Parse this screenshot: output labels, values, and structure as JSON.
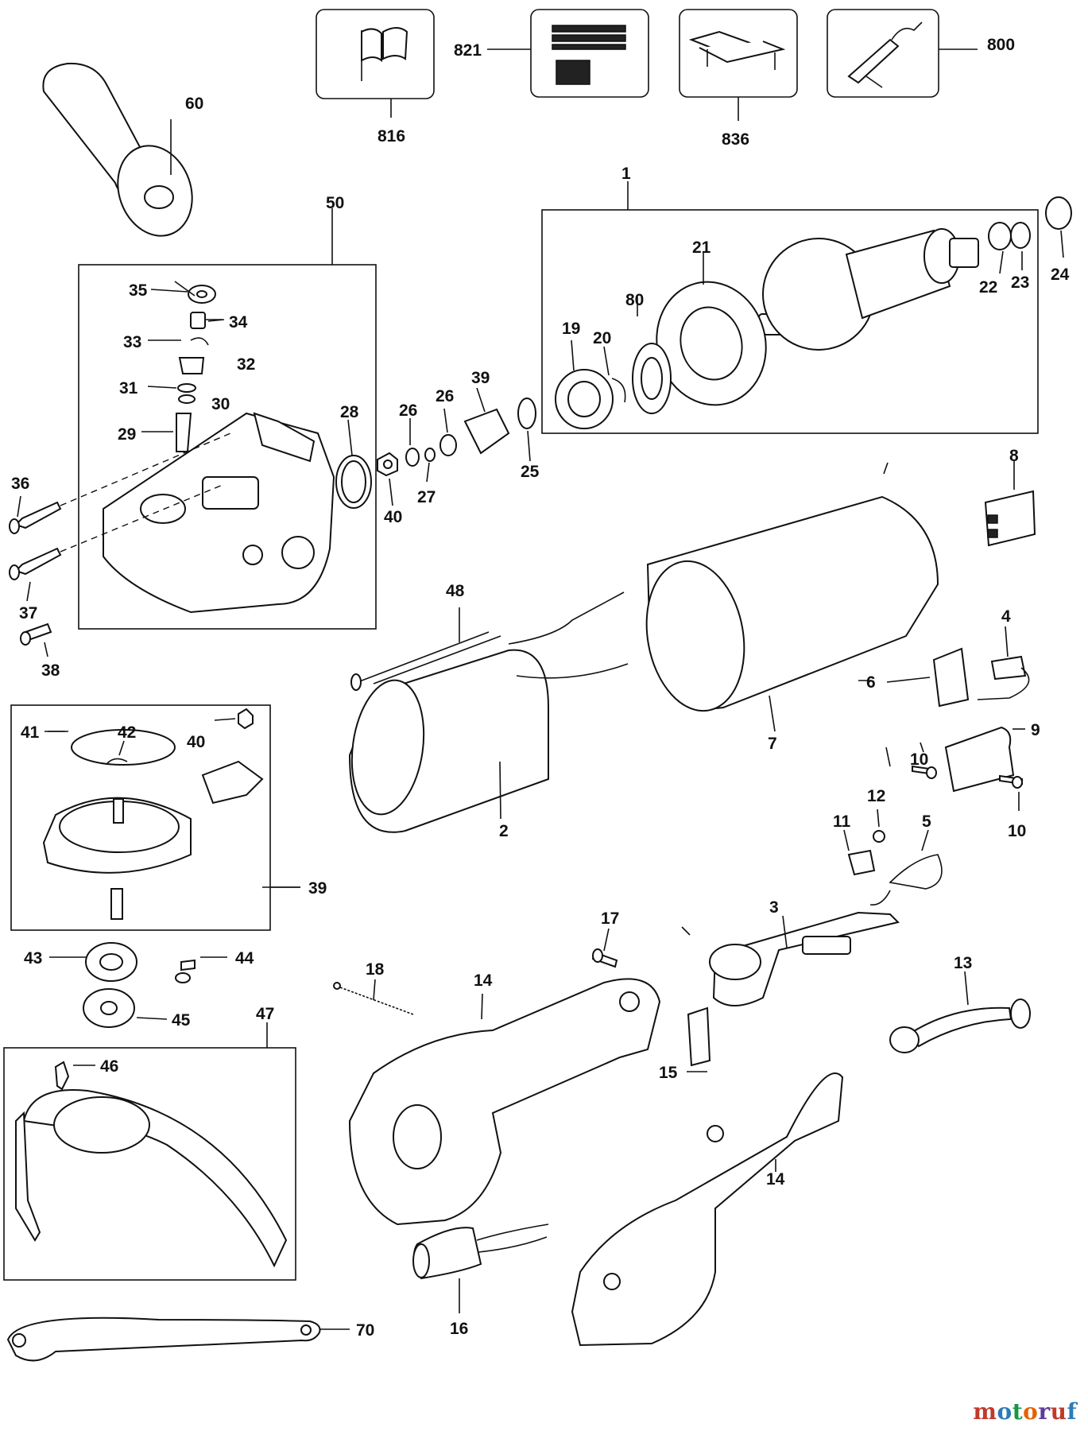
{
  "colors": {
    "line": "#111111",
    "background": "#ffffff",
    "brand_letters": [
      "#c0392b",
      "#2c7bb6",
      "#1a9641",
      "#e66101",
      "#5e3c99",
      "#c0392b",
      "#2c7bb6",
      "#1a9641"
    ]
  },
  "brand": "motoruf",
  "parts": {
    "p800": "800",
    "p816": "816",
    "p821": "821",
    "p836": "836",
    "p60": "60",
    "p50": "50",
    "p1": "1",
    "p35": "35",
    "p34": "34",
    "p33": "33",
    "p32": "32",
    "p31": "31",
    "p30": "30",
    "p29": "29",
    "p28": "28",
    "p36": "36",
    "p37": "37",
    "p38": "38",
    "p26a": "26",
    "p26b": "26",
    "p27": "27",
    "p40a": "40",
    "p39a": "39",
    "p25": "25",
    "p21": "21",
    "p80": "80",
    "p19": "19",
    "p20": "20",
    "p22": "22",
    "p23": "23",
    "p24": "24",
    "p8": "8",
    "p48": "48",
    "p4": "4",
    "p6": "6",
    "p7": "7",
    "p9": "9",
    "p10a": "10",
    "p10b": "10",
    "p2": "2",
    "p41": "41",
    "p42": "42",
    "p40b": "40",
    "p39b": "39",
    "p43": "43",
    "p44": "44",
    "p45": "45",
    "p12": "12",
    "p11": "11",
    "p5": "5",
    "p3": "3",
    "p17": "17",
    "p18": "18",
    "p14a": "14",
    "p13": "13",
    "p15": "15",
    "p47": "47",
    "p46": "46",
    "p14b": "14",
    "p16": "16",
    "p70": "70"
  }
}
